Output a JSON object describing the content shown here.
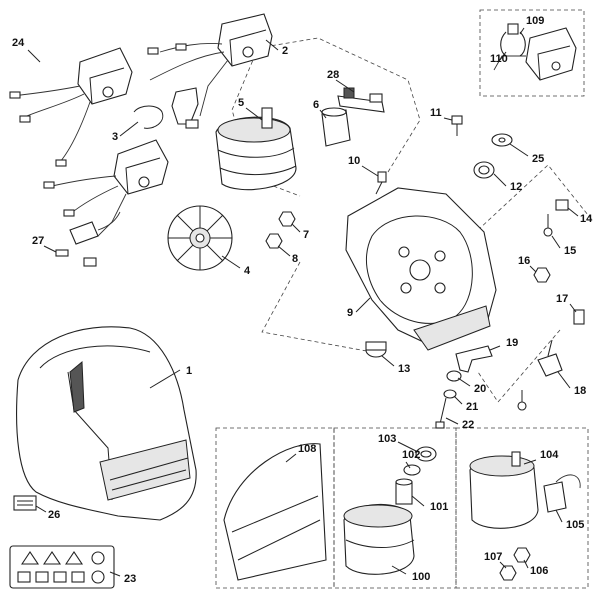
{
  "callouts": [
    "1",
    "2",
    "3",
    "4",
    "5",
    "6",
    "7",
    "8",
    "9",
    "10",
    "11",
    "12",
    "13",
    "14",
    "15",
    "16",
    "17",
    "18",
    "19",
    "20",
    "21",
    "22",
    "23",
    "24",
    "25",
    "26",
    "27",
    "28",
    "100",
    "101",
    "102",
    "103",
    "104",
    "105",
    "106",
    "107",
    "108",
    "109",
    "110"
  ]
}
